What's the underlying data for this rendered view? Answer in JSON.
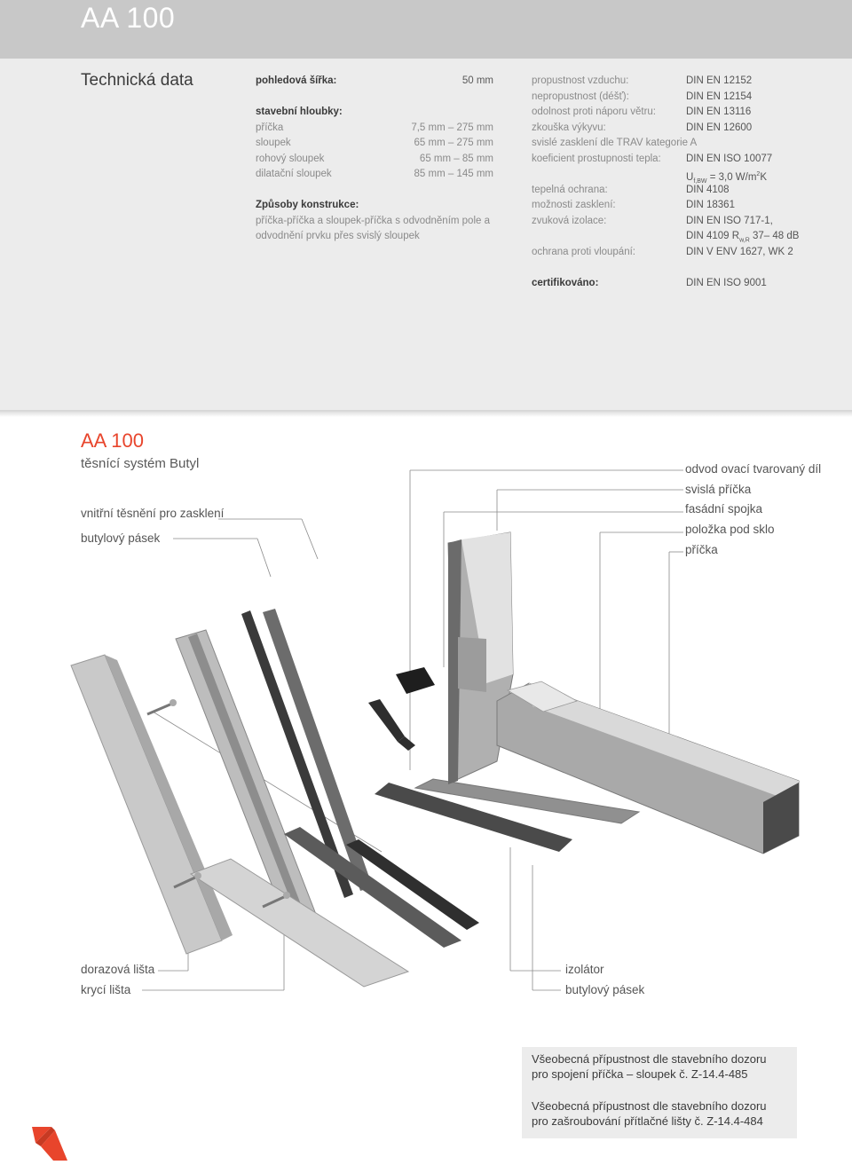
{
  "header": {
    "title": "AA 100"
  },
  "tech": {
    "section_title": "Technická data",
    "visible_width_label": "pohledová šířka:",
    "visible_width_value": "50 mm",
    "depths_label": "stavební hloubky:",
    "depths": [
      {
        "label": "příčka",
        "value": "7,5 mm – 275 mm"
      },
      {
        "label": "sloupek",
        "value": "65 mm – 275 mm"
      },
      {
        "label": "rohový sloupek",
        "value": "65 mm – 85 mm"
      },
      {
        "label": "dilatační sloupek",
        "value": "85 mm – 145 mm"
      }
    ],
    "construction_label": "Způsoby konstrukce:",
    "construction_text": "příčka-příčka a sloupek-příčka s odvodněním pole a odvodnění prvku přes svislý sloupek",
    "props": [
      {
        "label": "propustnost vzduchu:",
        "value": "DIN EN 12152"
      },
      {
        "label": "nepropustnost (déšť):",
        "value": "DIN EN 12154"
      },
      {
        "label": "odolnost proti náporu větru:",
        "value": "DIN EN 13116"
      },
      {
        "label": "zkouška výkyvu:",
        "value": "DIN EN 12600"
      },
      {
        "label": "svislé zasklení dle TRAV kategorie A",
        "value": ""
      },
      {
        "label": "koeficient prostupnosti tepla:",
        "value": "DIN EN ISO 10077"
      }
    ],
    "uvalue": {
      "symbol": "U",
      "sub": "f,BW",
      "rest": "= 3,0 W/m",
      "sup": "2",
      "unit": "K"
    },
    "props2": [
      {
        "label": "tepelná ochrana:",
        "value": "DIN 4108"
      },
      {
        "label": "možnosti zasklení:",
        "value": "DIN 18361"
      },
      {
        "label": "zvuková izolace:",
        "value": "DIN EN ISO 717-1,"
      }
    ],
    "sound": {
      "prefix": "DIN 4109 R",
      "sub": "w,R",
      "rest": " 37– 48 dB"
    },
    "burglary": {
      "label": "ochrana proti vloupání:",
      "value": "DIN V ENV 1627, WK 2"
    },
    "certified": {
      "label": "certifikováno:",
      "value": "DIN EN ISO 9001"
    }
  },
  "exploded": {
    "title": "AA 100",
    "subtitle": "těsnící systém Butyl",
    "labels_left": [
      "vnitřní těsnění pro zasklení",
      "butylový pásek"
    ],
    "labels_right": [
      "odvod ovací tvarovaný díl",
      "svislá příčka",
      "fasádní spojka",
      "položka pod sklo",
      "příčka"
    ],
    "labels_bottom_left": [
      "dorazová lišta",
      "krycí lišta"
    ],
    "labels_bottom_right": [
      "izolátor",
      "butylový pásek"
    ]
  },
  "notes": [
    {
      "line1": "Všeobecná přípustnost dle stavebního dozoru",
      "line2": "pro spojení příčka – sloupek č. Z-14.4-485"
    },
    {
      "line1": "Všeobecná přípustnost dle stavebního dozoru",
      "line2": "pro zašroubování přítlačné lišty č. Z-14.4-484"
    }
  ],
  "colors": {
    "accent": "#e8452c",
    "panel": "#ececec",
    "header": "#c8c8c8"
  },
  "logo_icon": "brand-k-logo-icon"
}
